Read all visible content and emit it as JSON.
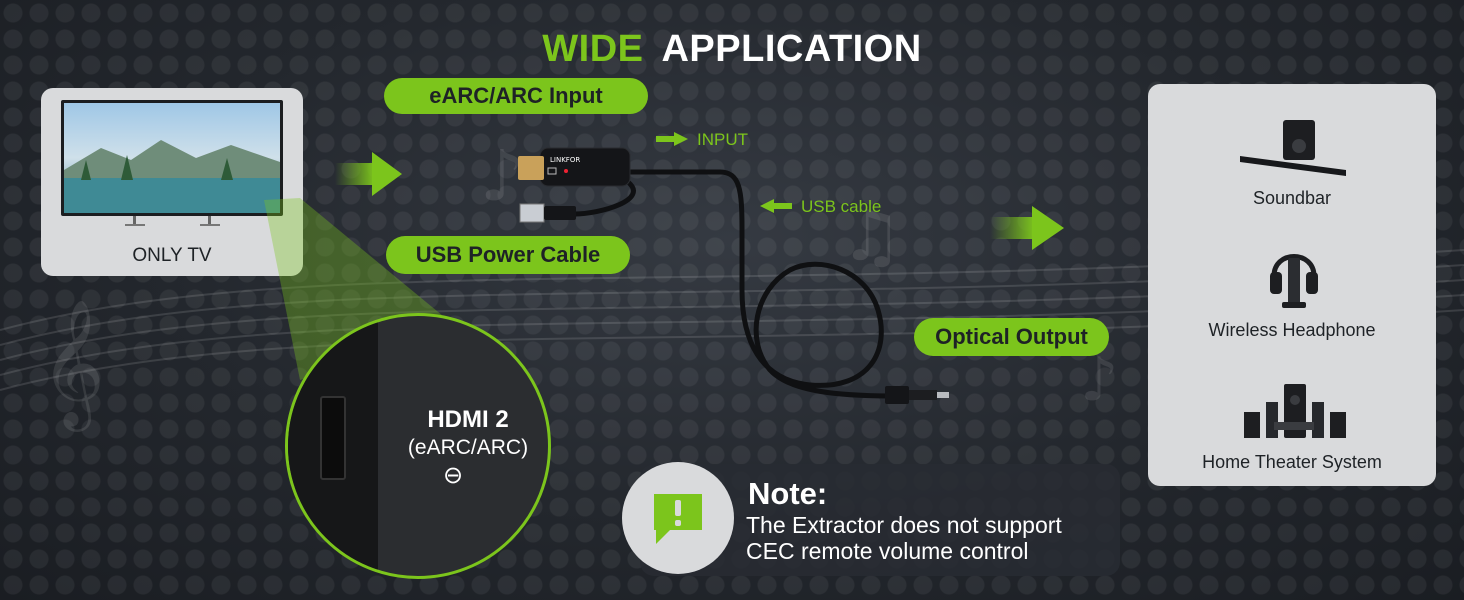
{
  "title": {
    "highlight": "WIDE",
    "rest": "APPLICATION"
  },
  "tv": {
    "label": "ONLY TV"
  },
  "labels": {
    "earc_input": "eARC/ARC Input",
    "usb_power": "USB Power Cable",
    "input_arrow": "INPUT",
    "usb_cable": "USB cable",
    "optical_output": "Optical Output",
    "device_brand": "LINKFOR"
  },
  "port_zoom": {
    "line1": "HDMI 2",
    "line2": "(eARC/ARC)"
  },
  "devices": [
    {
      "label": "Soundbar",
      "icon": "soundbar-icon"
    },
    {
      "label": "Wireless Headphone",
      "icon": "headphone-icon"
    },
    {
      "label": "Home Theater System",
      "icon": "home-theater-icon"
    }
  ],
  "note": {
    "heading": "Note:",
    "line1": "The Extractor does not support",
    "line2": "CEC remote volume control"
  },
  "colors": {
    "accent": "#7cc51c",
    "background": "#2a2e34",
    "panel": "#d9dadc"
  }
}
